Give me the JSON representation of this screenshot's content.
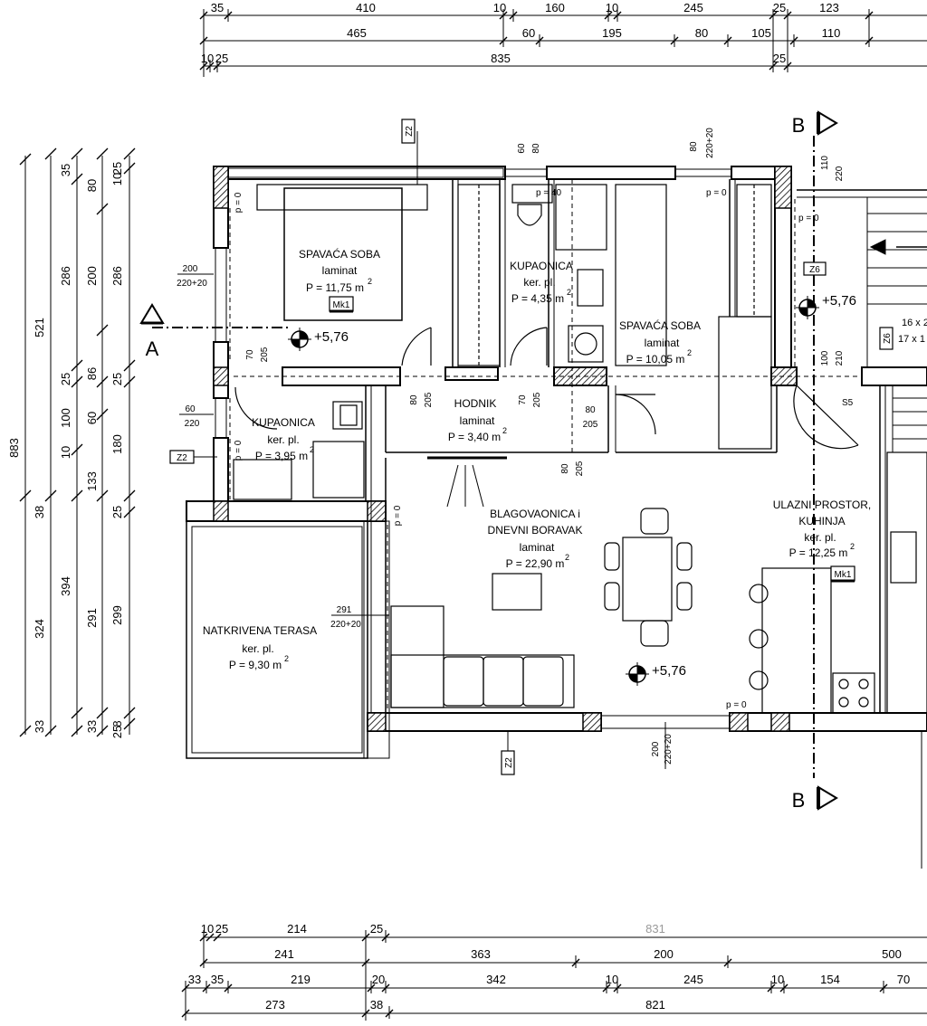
{
  "top_dims": {
    "row1": [
      "35",
      "410",
      "10",
      "160",
      "10",
      "245",
      "25",
      "123"
    ],
    "row2": [
      "465",
      "60",
      "195",
      "80",
      "105",
      "110"
    ],
    "row3": [
      "10",
      "25",
      "835",
      "25"
    ]
  },
  "bottom_dims": {
    "row1": [
      "10",
      "25",
      "214",
      "25",
      "831"
    ],
    "row2": [
      "241",
      "363",
      "200",
      "500"
    ],
    "row3": [
      "33",
      "35",
      "219",
      "20",
      "342",
      "10",
      "245",
      "10",
      "154",
      "70"
    ],
    "row4": [
      "273",
      "38",
      "821"
    ]
  },
  "left_dims": {
    "col1": [
      "521",
      "883",
      "324"
    ],
    "col2": [
      "35",
      "286",
      "25",
      "100",
      "10",
      "38",
      "394",
      "33"
    ],
    "col3": [
      "80",
      "200",
      "86",
      "60",
      "133",
      "291",
      "33"
    ],
    "col4": [
      "25",
      "10",
      "286",
      "25",
      "180",
      "25",
      "299",
      "8",
      "25"
    ]
  },
  "rooms": {
    "bed1": {
      "name": "SPAVAĆA SOBA",
      "floor": "laminat",
      "area": "P = 11,75 m",
      "sup": "2"
    },
    "bath1": {
      "name": "KUPAONICA",
      "floor": "ker. pl.",
      "area": "P = 4,35 m",
      "sup": "2"
    },
    "bed2": {
      "name": "SPAVAĆA SOBA",
      "floor": "laminat",
      "area": "P = 10,05 m",
      "sup": "2"
    },
    "bath2": {
      "name": "KUPAONICA",
      "floor": "ker. pl.",
      "area": "P = 3,95 m",
      "sup": "2"
    },
    "hall": {
      "name": "HODNIK",
      "floor": "laminat",
      "area": "P = 3,40 m",
      "sup": "2"
    },
    "living": {
      "name1": "BLAGOVAONICA i",
      "name2": "DNEVNI BORAVAK",
      "floor": "laminat",
      "area": "P = 22,90 m",
      "sup": "2"
    },
    "entry": {
      "name1": "ULAZNI PROSTOR,",
      "name2": "KUHINJA",
      "floor": "ker. pl.",
      "area": "P = 12,25 m",
      "sup": "2"
    },
    "terrace": {
      "name": "NATKRIVENA TERASA",
      "floor": "ker. pl.",
      "area": "P = 9,30 m",
      "sup": "2"
    }
  },
  "levels": [
    "+5,76",
    "+5,76",
    "+5,76"
  ],
  "tags": {
    "z2": "Z2",
    "z6": "Z6",
    "mk1": "Mk1",
    "s5": "S5",
    "section_a": "A",
    "section_b": "B",
    "p0": "p = 0",
    "stair1": "16 x 2",
    "stair2": "17 x 1",
    "p40": "p = 40"
  },
  "openings": {
    "w200a": "200",
    "w220a": "220+20",
    "w60": "60",
    "w220b": "220",
    "w291": "291",
    "w220c": "220+20",
    "w200b": "200",
    "w220d": "220+20",
    "d70": "70",
    "d205": "205",
    "d80": "80",
    "d80b": "80",
    "t60": "60",
    "t80": "80",
    "t80b": "80",
    "t220": "220+20",
    "t110": "110",
    "t220b": "220",
    "d100": "100",
    "d210": "210"
  }
}
